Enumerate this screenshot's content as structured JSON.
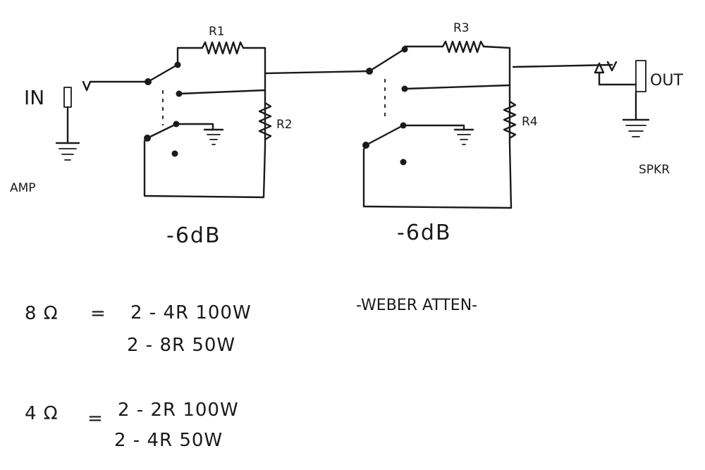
{
  "labels": {
    "in": "IN",
    "amp": "AMP",
    "out": "OUT",
    "spkr": "SPKR",
    "r1": "R1",
    "r2": "R2",
    "r3": "R3",
    "r4": "R4",
    "stage1_db": "-6dB",
    "stage2_db": "-6dB",
    "title": "-WEBER ATTEN-"
  },
  "notes": [
    {
      "ohm": "8 Ω",
      "eq": "=",
      "lines": [
        "2 - 4R 100W",
        "2 - 8R 50W"
      ]
    },
    {
      "ohm": "4 Ω",
      "eq": "=",
      "lines": [
        "2 - 2R 100W",
        "2 - 4R 50W"
      ]
    }
  ],
  "colors": {
    "ink": "#1a1a1a",
    "paper": "#ffffff"
  }
}
